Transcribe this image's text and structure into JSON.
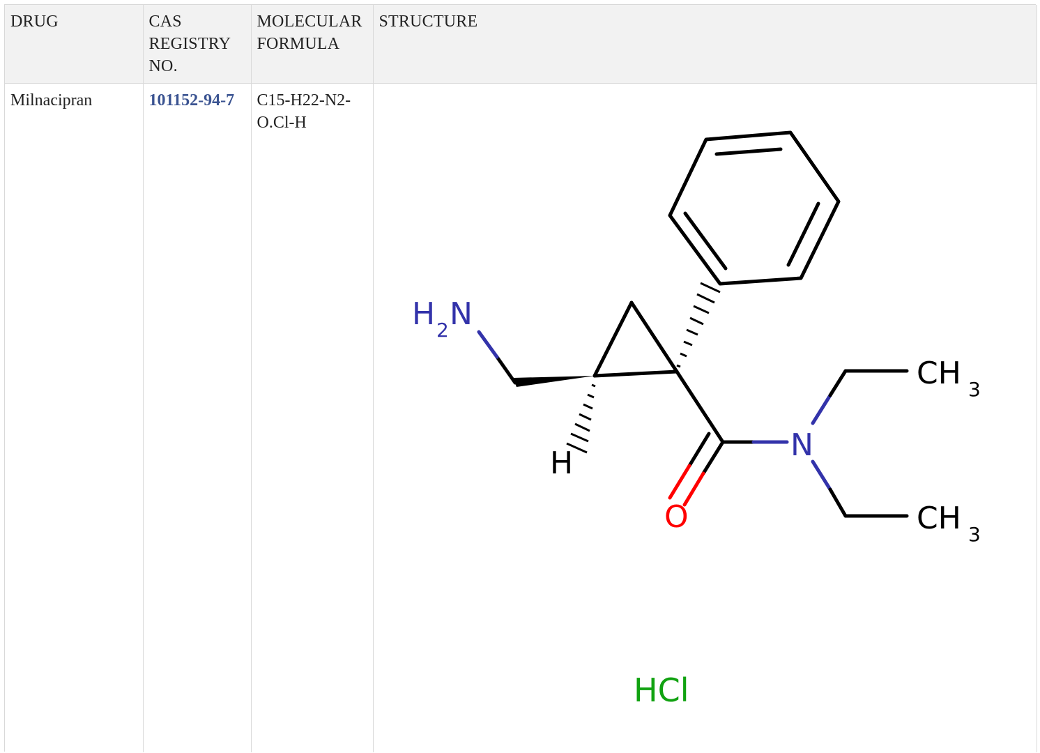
{
  "table": {
    "headers": {
      "drug": "DRUG",
      "cas": "CAS REGISTRY NO.",
      "formula": "MOLECULAR FORMULA",
      "structure": "STRUCTURE"
    },
    "rows": [
      {
        "drug": "Milnacipran",
        "cas": "101152-94-7",
        "formula": "C15-H22-N2-O.Cl-H",
        "structure": {
          "labels": {
            "amine_h": "H",
            "amine_sub": "2",
            "amine_n": "N",
            "stereo_h": "H",
            "amide_n": "N",
            "oxygen": "O",
            "methyl_top_c": "CH",
            "methyl_top_sub": "3",
            "methyl_bottom_c": "CH",
            "methyl_bottom_sub": "3",
            "salt": "HCl"
          }
        }
      }
    ]
  },
  "colors": {
    "header_bg": "#f2f2f2",
    "grid_line": "#d9d9d9",
    "link": "#3a5391",
    "nitrogen": "#3333aa",
    "oxygen": "#ff0000",
    "chlorine": "#11a211",
    "bond": "#000000"
  }
}
